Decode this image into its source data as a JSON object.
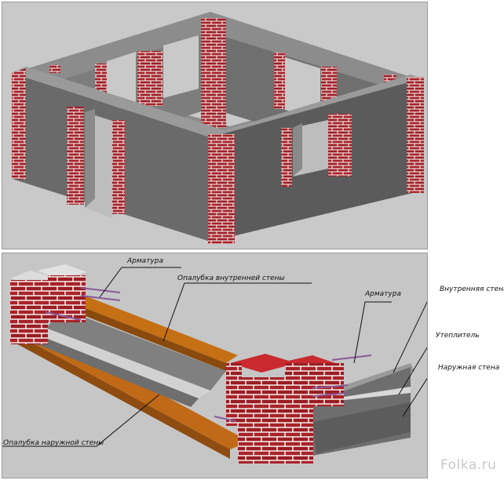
{
  "diagram": {
    "top": {
      "title": ""
    },
    "bottom": {
      "labels": {
        "rebar_left": "Арматура",
        "inner_formwork": "Опалубка внутренней стены",
        "rebar_right": "Арматура",
        "inner_wall": "Внутренняя стена",
        "insulation": "Утеплитель",
        "outer_wall": "Наружная стена",
        "outer_formwork": "Опалубка наружной стены"
      }
    }
  },
  "watermark": {
    "text": "Folka.ru"
  },
  "colors": {
    "brick": "#a5242a",
    "mortar": "#ffffff",
    "concrete": "#7a7a7a",
    "formwork": "#c86c14",
    "rebar": "#8a5a9a",
    "background": "#c8c8c8"
  }
}
